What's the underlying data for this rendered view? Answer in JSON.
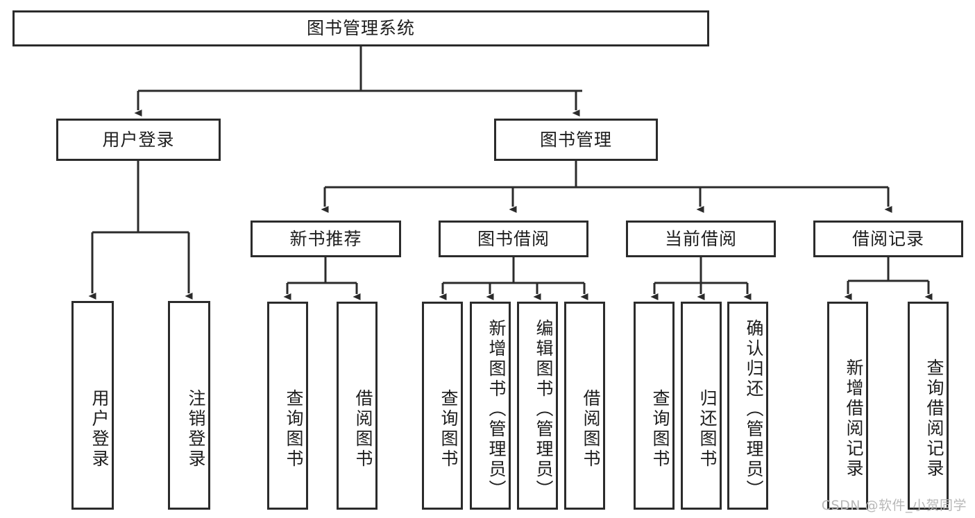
{
  "diagram": {
    "title": "图书管理系统",
    "type": "hierarchy-tree",
    "watermark": "CSDN @软件_小贺同学",
    "colors": {
      "stroke": "#2b2b2b",
      "fill": "#ffffff",
      "text": "#1d1d1d",
      "watermark": "#b8b8b8"
    },
    "nodes": {
      "root": {
        "label": "图书管理系统"
      },
      "level2": [
        {
          "id": "user-login",
          "label": "用户登录"
        },
        {
          "id": "book-manage",
          "label": "图书管理"
        }
      ],
      "level3": [
        {
          "id": "new-book-recommend",
          "label": "新书推荐"
        },
        {
          "id": "book-borrow",
          "label": "图书借阅"
        },
        {
          "id": "current-borrow",
          "label": "当前借阅"
        },
        {
          "id": "borrow-record",
          "label": "借阅记录"
        }
      ],
      "leaves": {
        "user_login": [
          {
            "id": "leaf-user-login",
            "label": "用户登录"
          },
          {
            "id": "leaf-logout-login",
            "label": "注销登录"
          }
        ],
        "new_book_recommend": [
          {
            "id": "leaf-query-book-1",
            "label": "查询图书"
          },
          {
            "id": "leaf-borrow-book-1",
            "label": "借阅图书"
          }
        ],
        "book_borrow": [
          {
            "id": "leaf-query-book-2",
            "label": "查询图书"
          },
          {
            "id": "leaf-add-book",
            "label": "新增图书（管理员）"
          },
          {
            "id": "leaf-edit-book",
            "label": "编辑图书（管理员）"
          },
          {
            "id": "leaf-borrow-book-2",
            "label": "借阅图书"
          }
        ],
        "current_borrow": [
          {
            "id": "leaf-query-book-3",
            "label": "查询图书"
          },
          {
            "id": "leaf-return-book",
            "label": "归还图书"
          },
          {
            "id": "leaf-confirm-return",
            "label": "确认归还（管理员）"
          }
        ],
        "borrow_record": [
          {
            "id": "leaf-add-record",
            "label": "新增借阅记录"
          },
          {
            "id": "leaf-query-record",
            "label": "查询借阅记录"
          }
        ]
      }
    }
  }
}
